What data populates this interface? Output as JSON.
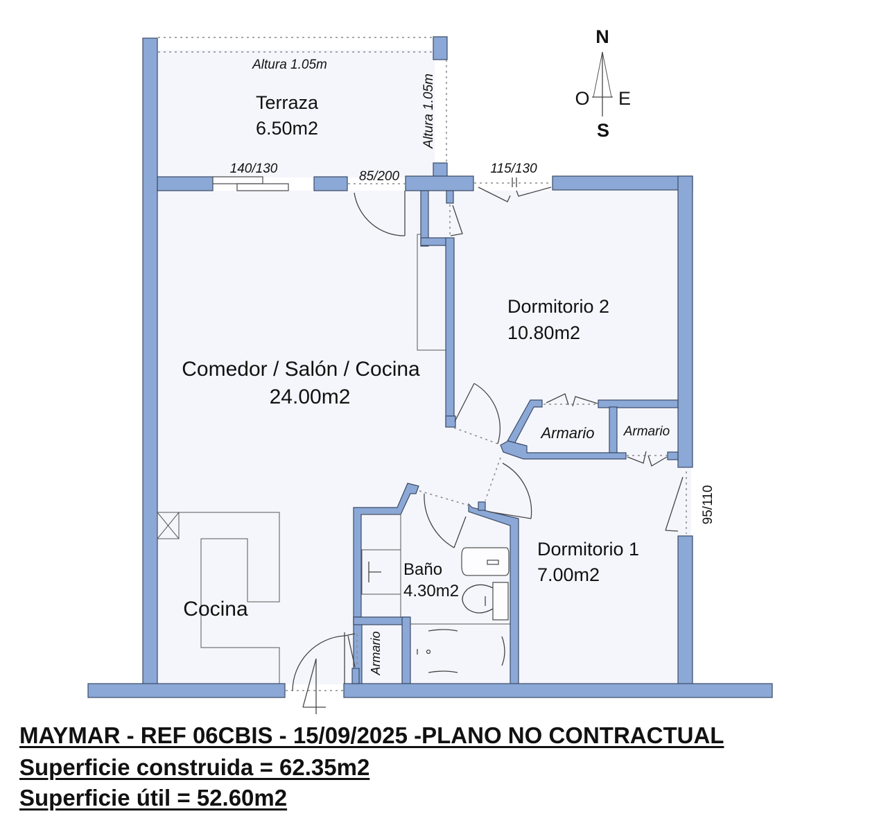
{
  "plan": {
    "compass": {
      "north": "N",
      "south": "S",
      "east": "E",
      "west": "O"
    },
    "rooms": [
      {
        "id": "terraza",
        "name": "Terraza",
        "area": "6.50m2"
      },
      {
        "id": "salon",
        "name": "Comedor / Salón / Cocina",
        "area": "24.00m2"
      },
      {
        "id": "dormitorio2",
        "name": "Dormitorio 2",
        "area": "10.80m2"
      },
      {
        "id": "dormitorio1",
        "name": "Dormitorio 1",
        "area": "7.00m2"
      },
      {
        "id": "bano",
        "name": "Baño",
        "area": "4.30m2"
      },
      {
        "id": "cocina",
        "name": "Cocina"
      }
    ],
    "closets": [
      {
        "id": "armario-1",
        "name": "Armario"
      },
      {
        "id": "armario-2",
        "name": "Armario"
      },
      {
        "id": "armario-3",
        "name": "Armario"
      }
    ],
    "annotations": {
      "railing_height_top": "Altura 1.05m",
      "railing_height_side": "Altura 1.05m"
    },
    "openings": {
      "window_salon": "140/130",
      "door_terraza": "85/200",
      "window_dormitorio2": "115/130",
      "window_dormitorio1": "95/110"
    }
  },
  "footer": {
    "line1": "MAYMAR - REF 06CBIS - 15/09/2025 -PLANO NO CONTRACTUAL",
    "line2": "Superficie construida = 62.35m2",
    "line3": "Superficie útil = 52.60m2"
  },
  "colors": {
    "wall": "#8ba8d6",
    "wall_outline": "#3b4a66",
    "floor": "#f5f6fc"
  }
}
